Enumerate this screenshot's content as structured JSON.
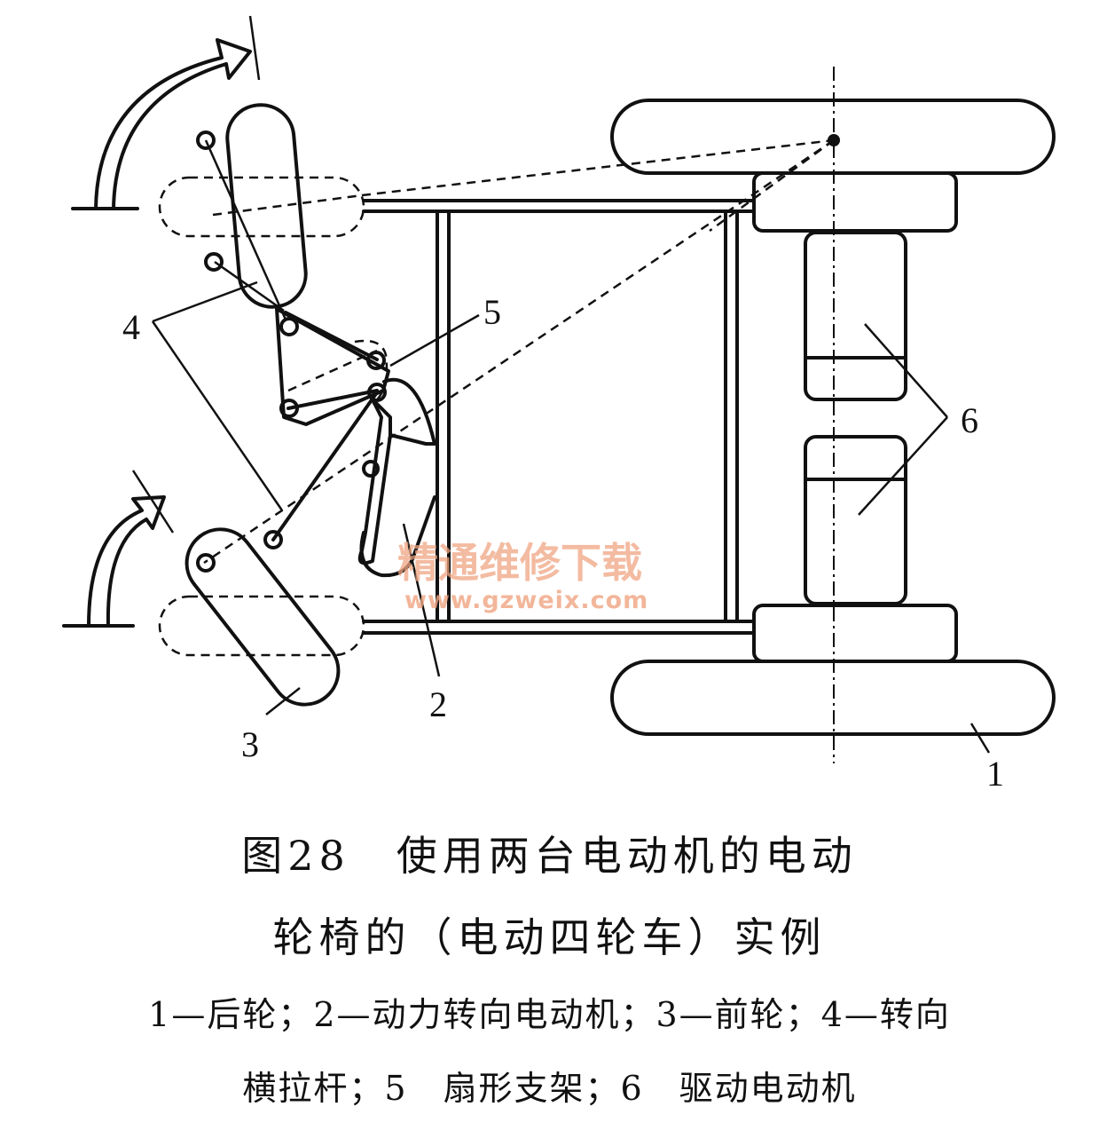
{
  "diagram": {
    "labels": {
      "rear_wheel": "1",
      "power_steering_motor": "2",
      "front_wheel": "3",
      "tie_rod": "4",
      "sector_bracket": "5",
      "drive_motor": "6"
    },
    "watermark": {
      "text": "精通维修下载",
      "url": "www.gzweix.com",
      "color": "#f0a582"
    }
  },
  "caption": {
    "title_line1": "图28　使用两台电动机的电动",
    "title_line2": "轮椅的（电动四轮车）实例",
    "legend_line1": "1—后轮；2—动力转向电动机；3—前轮；4—转向",
    "legend_line2": "横拉杆；5　扇形支架；6　驱动电动机"
  }
}
